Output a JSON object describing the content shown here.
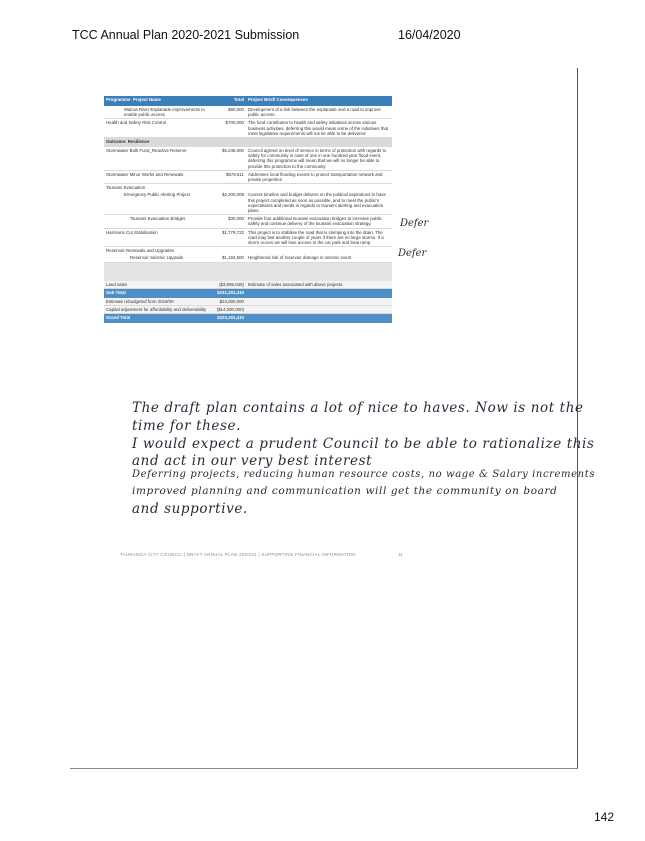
{
  "header": {
    "title": "TCC Annual Plan 2020-2021 Submission",
    "date": "16/04/2020"
  },
  "table": {
    "columns": [
      "Programme",
      "Project Name",
      "Total",
      "Project Brief/ Consequences"
    ],
    "rows": [
      {
        "programme": "",
        "project": "Wairoa River Esplanade improvements to enable public access",
        "total": "$60,000",
        "brief": "Development of a link between the esplanade and a road to improve public access."
      },
      {
        "programme": "Health and Safety Risk Control",
        "project": "",
        "total": "$700,000",
        "brief": "The fund contributes to health and safety initiatives across various business activities, deferring this would mean some of the initiatives that meet legislative requirements will not be able to be delivered"
      }
    ],
    "outcome_band": "Outcome: Resilience",
    "rows2": [
      {
        "programme": "Stormwater Bulk Fund_Reactive Reserve",
        "project": "",
        "total": "$6,246,000",
        "brief": "Council agreed on level of service in terms of protection with regards to safety for community in case of one in one hundred year flood event, deferring this programme will mean that we will no longer be able to provide this protection to the community"
      },
      {
        "programme": "Stormwater Minor Works and Renewals",
        "project": "",
        "total": "$578,511",
        "brief": "Addresses local flooding events to protect transportation network and private properties"
      }
    ],
    "tsunami_group": "Tsunami Evacuation",
    "tsunami_rows": [
      {
        "project": "Emergency Public Alerting Project",
        "total": "$2,200,008",
        "brief": "Current timeline and budget delivers on the political aspirations to have this project completed as soon as possible, and to meet the public's expectations and needs in regards to tsunami alerting and evacuation plans."
      },
      {
        "project": "Tsunami Evacuation Bridges",
        "total": "$30,000",
        "brief": "Provide four additional tsunami evacuation bridges to increase public safety and continue delivery of the tsunami evacuation strategy."
      }
    ],
    "harrisons": {
      "programme": "Harrisons Cut Stabilisation",
      "total": "$1,779,722",
      "brief": "This project is to stabilise the road that is slumping into the drain. The road may last another couple of years if there are no large storms. If a storm occurs we will lose access to the car park and boat ramp"
    },
    "reservoir_group": "Reservoir Renewals and Upgrades",
    "reservoir_row": {
      "project": "Reservoir Seismic Upgrade",
      "total": "$1,184,600",
      "brief": "Heightened risk of reservoir damage in seismic event"
    },
    "land_sales": {
      "label": "Land sales",
      "total": "($3,995,045)",
      "brief": "Estimate of sales associated with above projects"
    },
    "subtotal": {
      "label": "Sub Total",
      "total": "$241,301,410"
    },
    "rebudget": {
      "label": "Estimate rebudgeted from 2019/20",
      "total": "$24,000,000"
    },
    "capital_adj": {
      "label": "Capital adjustment for affordability and deliverability",
      "total": "($14,000,000)"
    },
    "grandtotal": {
      "label": "Grand Total",
      "total": "$223,301,410"
    }
  },
  "margin_notes": {
    "note1": "Defer",
    "note2": "Defer"
  },
  "handwriting": [
    "The draft plan contains a lot of nice to haves. Now is not the",
    "time for these.",
    "I would expect a prudent Council to be able to rationalize this",
    "and act in our very best interest",
    "Deferring projects, reducing human resource costs, no wage & Salary increments",
    "improved planning and communication will get the community on board",
    "and supportive."
  ],
  "footer": {
    "text": "TAURANGA CITY COUNCIL  |  DRAFT ANNUAL PLAN 2020/21  |  SUPPORTING FINANCIAL INFORMATION",
    "page": "11"
  },
  "page_number": "142"
}
